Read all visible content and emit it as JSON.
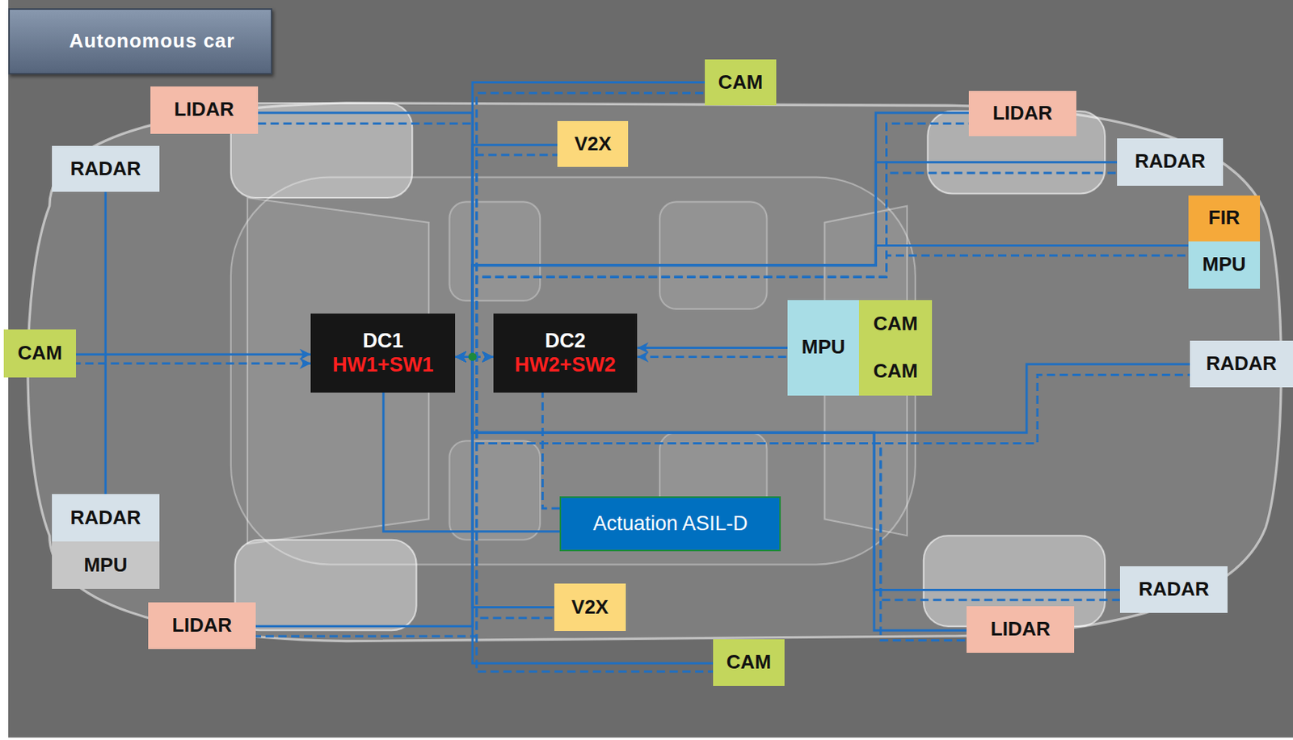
{
  "diagram": {
    "title": "Autonomous car",
    "nodes": [
      {
        "text": [
          "CAM"
        ]
      },
      {
        "text": [
          "LIDAR"
        ]
      },
      {
        "text": [
          "LIDAR"
        ]
      },
      {
        "text": [
          "V2X"
        ]
      },
      {
        "text": [
          "RADAR"
        ]
      },
      {
        "text": [
          "RADAR"
        ]
      },
      {
        "text": [
          "FIR"
        ]
      },
      {
        "text": [
          "MPU"
        ]
      },
      {
        "text": [
          "MPU"
        ]
      },
      {
        "text": [
          "CAM"
        ]
      },
      {
        "text": [
          "CAM"
        ]
      },
      {
        "text": [
          "DC1",
          "HW1+SW1"
        ]
      },
      {
        "text": [
          "DC2",
          "HW2+SW2"
        ]
      },
      {
        "text": [
          "CAM"
        ]
      },
      {
        "text": [
          "RADAR"
        ]
      },
      {
        "text": [
          "RADAR"
        ]
      },
      {
        "text": [
          "Actuation ASIL-D"
        ]
      },
      {
        "text": [
          "MPU"
        ]
      },
      {
        "text": [
          "RADAR"
        ]
      },
      {
        "text": [
          "V2X"
        ]
      },
      {
        "text": [
          "LIDAR"
        ]
      },
      {
        "text": [
          "LIDAR"
        ]
      },
      {
        "text": [
          "CAM"
        ]
      }
    ],
    "edges": [
      {
        "from": 4,
        "to": 15,
        "arrow": "none"
      },
      {
        "from": 10,
        "to": 11,
        "arrow": "to"
      },
      {
        "from": 10,
        "to": 11,
        "arrow": "to"
      },
      {
        "from": 8,
        "to": 12,
        "arrow": "to"
      },
      {
        "from": 8,
        "to": 12,
        "arrow": "to"
      },
      {
        "from": 0,
        "to": 11,
        "arrow": "to"
      },
      {
        "from": 0,
        "to": 12,
        "arrow": "to"
      },
      {
        "from": 1,
        "to": 11,
        "arrow": "to"
      },
      {
        "from": 1,
        "to": 12,
        "arrow": "to"
      },
      {
        "from": 3,
        "to": 11,
        "arrow": "to"
      },
      {
        "from": 3,
        "to": 12,
        "arrow": "to"
      },
      {
        "from": 2,
        "to": 11,
        "arrow": "to"
      },
      {
        "from": 2,
        "to": 12,
        "arrow": "to"
      },
      {
        "from": 5,
        "to": 11,
        "arrow": "to"
      },
      {
        "from": 5,
        "to": 12,
        "arrow": "to"
      },
      {
        "from": 7,
        "to": 11,
        "arrow": "to"
      },
      {
        "from": 7,
        "to": 12,
        "arrow": "to"
      },
      {
        "from": 14,
        "to": 11,
        "arrow": "to"
      },
      {
        "from": 14,
        "to": 12,
        "arrow": "to"
      },
      {
        "from": 18,
        "to": 11,
        "arrow": "to"
      },
      {
        "from": 18,
        "to": 12,
        "arrow": "to"
      },
      {
        "from": 21,
        "to": 11,
        "arrow": "to"
      },
      {
        "from": 21,
        "to": 12,
        "arrow": "to"
      },
      {
        "from": 19,
        "to": 11,
        "arrow": "to"
      },
      {
        "from": 19,
        "to": 12,
        "arrow": "to"
      },
      {
        "from": 20,
        "to": 11,
        "arrow": "to"
      },
      {
        "from": 20,
        "to": 12,
        "arrow": "to"
      },
      {
        "from": 22,
        "to": 11,
        "arrow": "to"
      },
      {
        "from": 22,
        "to": 12,
        "arrow": "to"
      },
      {
        "from": 11,
        "to": 16,
        "arrow": "none"
      },
      {
        "from": 12,
        "to": 16,
        "arrow": "none"
      }
    ]
  }
}
